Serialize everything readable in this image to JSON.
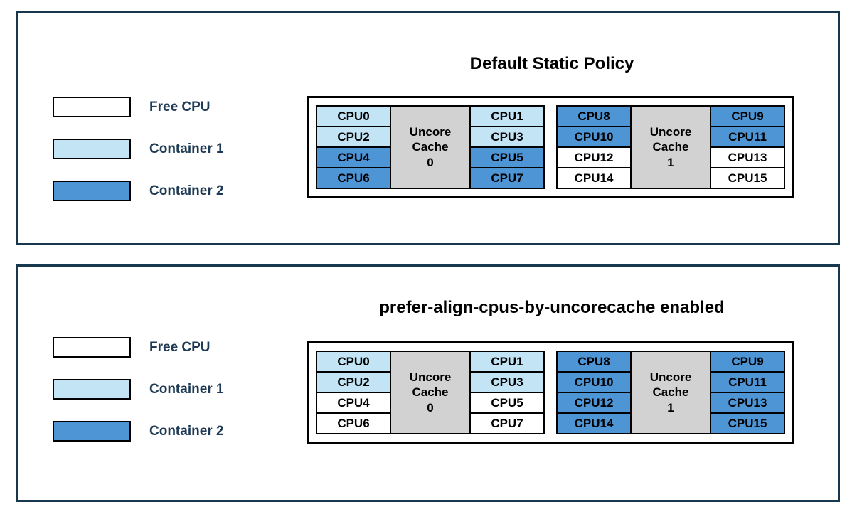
{
  "colors": {
    "free": "#FFFFFF",
    "container1": "#C2E4F5",
    "container2": "#4E95D6",
    "uncore_cache": "#D2D2D2",
    "panel_border": "#17384D",
    "text": "#000000"
  },
  "legend": {
    "items": [
      {
        "label": "Free CPU",
        "state": "free"
      },
      {
        "label": "Container 1",
        "state": "container1"
      },
      {
        "label": "Container 2",
        "state": "container2"
      }
    ]
  },
  "panels": [
    {
      "title": "Default Static Policy",
      "groups": [
        {
          "cache": [
            "Uncore",
            "Cache",
            "0"
          ],
          "left": [
            {
              "label": "CPU0",
              "state": "container1"
            },
            {
              "label": "CPU2",
              "state": "container1"
            },
            {
              "label": "CPU4",
              "state": "container2"
            },
            {
              "label": "CPU6",
              "state": "container2"
            }
          ],
          "right": [
            {
              "label": "CPU1",
              "state": "container1"
            },
            {
              "label": "CPU3",
              "state": "container1"
            },
            {
              "label": "CPU5",
              "state": "container2"
            },
            {
              "label": "CPU7",
              "state": "container2"
            }
          ]
        },
        {
          "cache": [
            "Uncore",
            "Cache",
            "1"
          ],
          "left": [
            {
              "label": "CPU8",
              "state": "container2"
            },
            {
              "label": "CPU10",
              "state": "container2"
            },
            {
              "label": "CPU12",
              "state": "free"
            },
            {
              "label": "CPU14",
              "state": "free"
            }
          ],
          "right": [
            {
              "label": "CPU9",
              "state": "container2"
            },
            {
              "label": "CPU11",
              "state": "container2"
            },
            {
              "label": "CPU13",
              "state": "free"
            },
            {
              "label": "CPU15",
              "state": "free"
            }
          ]
        }
      ]
    },
    {
      "title": "prefer-align-cpus-by-uncorecache enabled",
      "groups": [
        {
          "cache": [
            "Uncore",
            "Cache",
            "0"
          ],
          "left": [
            {
              "label": "CPU0",
              "state": "container1"
            },
            {
              "label": "CPU2",
              "state": "container1"
            },
            {
              "label": "CPU4",
              "state": "free"
            },
            {
              "label": "CPU6",
              "state": "free"
            }
          ],
          "right": [
            {
              "label": "CPU1",
              "state": "container1"
            },
            {
              "label": "CPU3",
              "state": "container1"
            },
            {
              "label": "CPU5",
              "state": "free"
            },
            {
              "label": "CPU7",
              "state": "free"
            }
          ]
        },
        {
          "cache": [
            "Uncore",
            "Cache",
            "1"
          ],
          "left": [
            {
              "label": "CPU8",
              "state": "container2"
            },
            {
              "label": "CPU10",
              "state": "container2"
            },
            {
              "label": "CPU12",
              "state": "container2"
            },
            {
              "label": "CPU14",
              "state": "container2"
            }
          ],
          "right": [
            {
              "label": "CPU9",
              "state": "container2"
            },
            {
              "label": "CPU11",
              "state": "container2"
            },
            {
              "label": "CPU13",
              "state": "container2"
            },
            {
              "label": "CPU15",
              "state": "container2"
            }
          ]
        }
      ]
    }
  ]
}
